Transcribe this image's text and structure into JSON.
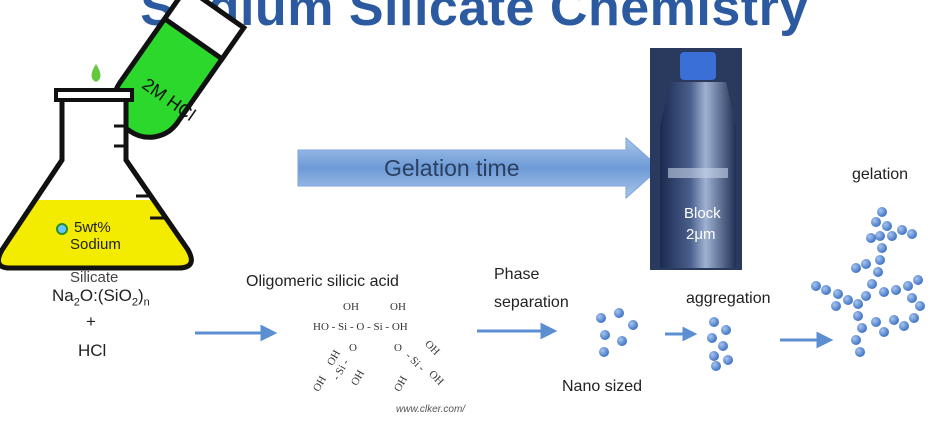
{
  "title": "Sodium Silicate Chemistry",
  "tube_label": "2M HCl",
  "flask_label_1": "5wt%",
  "flask_label_2": "Sodium",
  "flask_label_3": "Silicate",
  "formula_na2o": "Na",
  "formula_sub2": "2",
  "formula_rest": "O:(SiO",
  "formula_sub2b": "2",
  "formula_close": ")",
  "formula_subn": "n",
  "plus": "+",
  "hcl": "HCl",
  "gelation_time": "Gelation time",
  "block_label_1": "Block",
  "block_label_2": "2μm",
  "oligomeric": "Oligomeric silicic acid",
  "phase_1": "Phase",
  "phase_2": "separation",
  "nano": "Nano sized",
  "aggregation": "aggregation",
  "gelation": "gelation",
  "credit": "www.clker.com/",
  "chem": {
    "oh1": "OH",
    "oh2": "OH",
    "row": "HO - Si - O - Si - OH",
    "o1": "O",
    "o2": "O",
    "oh3": "OH",
    "oh4": "OH",
    "si1": "- Si -",
    "si2": "- Si -",
    "oh5": "OH",
    "oh6": "OH",
    "oh7": "OH",
    "oh8": "OH"
  },
  "colors": {
    "title": "#2c5aa0",
    "arrow": "#5b8fd1",
    "acid_green": "#2bd82b",
    "solution_yellow": "#f4ec00",
    "particle": "#5a8fd6"
  }
}
